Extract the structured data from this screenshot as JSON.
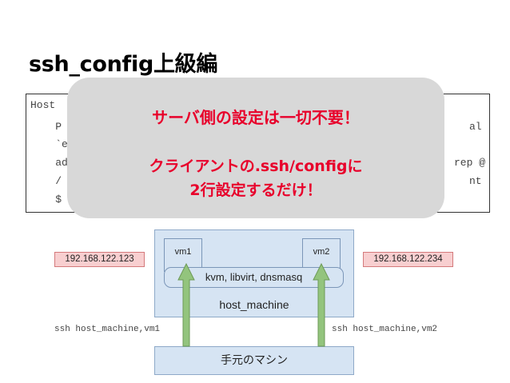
{
  "slide": {
    "title": "ssh_config上級編"
  },
  "code": {
    "lines": [
      "Host",
      "    P",
      "    `e",
      "    ad",
      "    /",
      "    $"
    ],
    "right_fragments": [
      "al",
      "rep @",
      "nt"
    ]
  },
  "callout": {
    "line1": "サーバ側の設定は一切不要！",
    "line2": "クライアントの.ssh/configに",
    "line3": "2行設定するだけ！",
    "text_color": "#e8002b"
  },
  "diagram": {
    "vm1": "vm1",
    "vm2": "vm2",
    "hypervisor": "kvm, libvirt, dnsmasq",
    "host": "host_machine",
    "ip_vm1": "192.168.122.123",
    "ip_vm2": "192.168.122.234",
    "ssh_vm1": "ssh host_machine,vm1",
    "ssh_vm2": "ssh host_machine,vm2",
    "local": "手元のマシン",
    "arrow_color": "#93c47d"
  }
}
